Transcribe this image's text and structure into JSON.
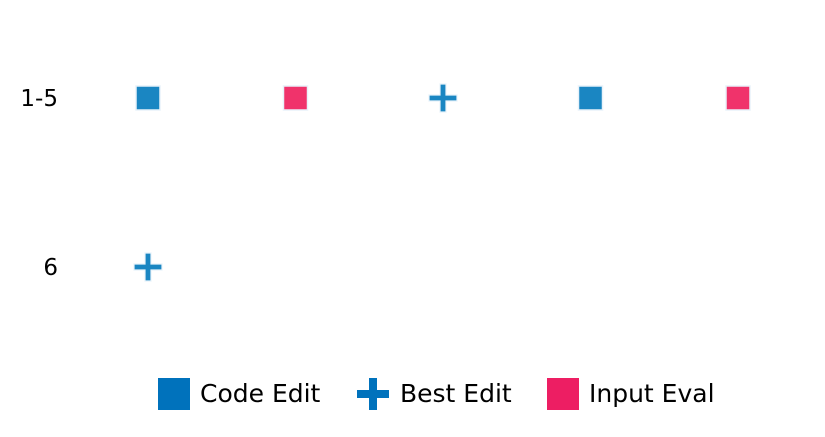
{
  "chart_data": {
    "type": "scatter",
    "title": "",
    "xlabel": "",
    "ylabel": "",
    "grid": false,
    "legend_position": "bottom",
    "rows": [
      "1-5",
      "6"
    ],
    "series": [
      {
        "name": "Code Edit",
        "marker": "square",
        "color": "#1a86c2",
        "legend_color": "#0072bc",
        "points": [
          {
            "row": "1-5",
            "step": 1
          },
          {
            "row": "1-5",
            "step": 4
          }
        ]
      },
      {
        "name": "Best Edit",
        "marker": "plus",
        "color": "#1a86c2",
        "legend_color": "#0072bc",
        "points": [
          {
            "row": "1-5",
            "step": 3
          },
          {
            "row": "6",
            "step": 1
          }
        ]
      },
      {
        "name": "Input Eval",
        "marker": "square",
        "color": "#f0336b",
        "legend_color": "#ed1e63",
        "points": [
          {
            "row": "1-5",
            "step": 2
          },
          {
            "row": "1-5",
            "step": 5
          }
        ]
      }
    ]
  }
}
